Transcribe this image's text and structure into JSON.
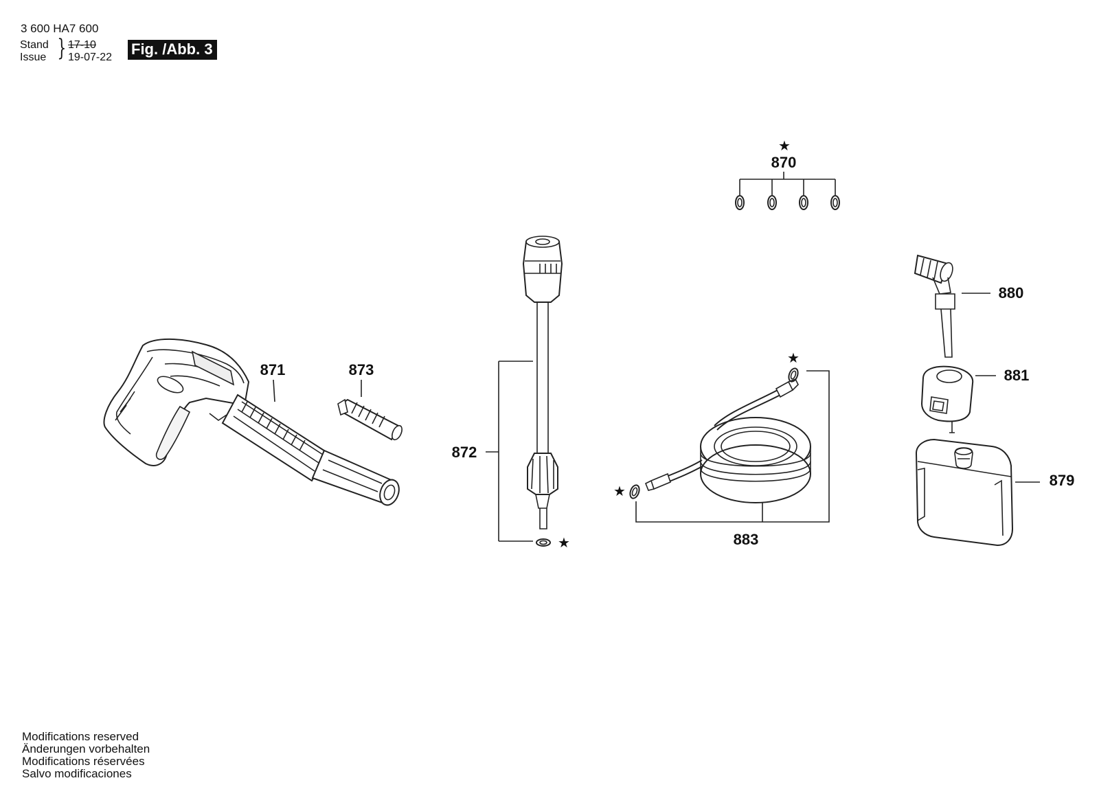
{
  "header": {
    "part_code": "3 600 HA7 600",
    "stand_label": "Stand",
    "issue_label": "Issue",
    "old_date": "17-10",
    "new_date": "19-07-22",
    "figure_label": "Fig. /Abb. 3"
  },
  "parts": {
    "p870": "870",
    "p871": "871",
    "p872": "872",
    "p873": "873",
    "p879": "879",
    "p880": "880",
    "p881": "881",
    "p883": "883"
  },
  "marker_symbol": "★",
  "footer": {
    "line1": "Modifications reserved",
    "line2": "Änderungen vorbehalten",
    "line3": "Modifications réservées",
    "line4": "Salvo modificaciones"
  }
}
